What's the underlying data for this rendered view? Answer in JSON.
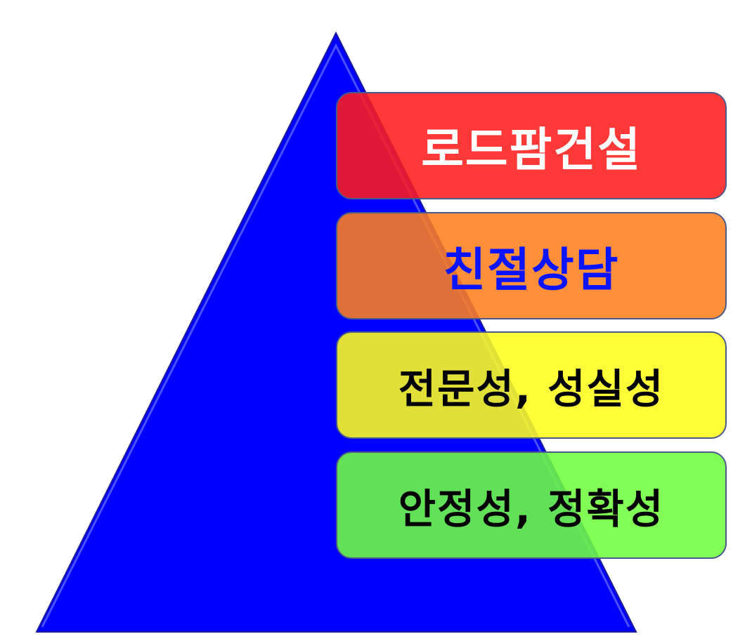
{
  "pyramid": {
    "color": "#0000ff",
    "levels": [
      {
        "label": "로드팜건설",
        "color": "#ff1c1c",
        "text_color": "#ffffff"
      },
      {
        "label": "친절상담",
        "color": "#ff801e",
        "text_color": "#0a14ff"
      },
      {
        "label": "전문성, 성실성",
        "color": "#ffff1e",
        "text_color": "#000000"
      },
      {
        "label": "안정성, 정확성",
        "color": "#70ff40",
        "text_color": "#000000"
      }
    ]
  }
}
